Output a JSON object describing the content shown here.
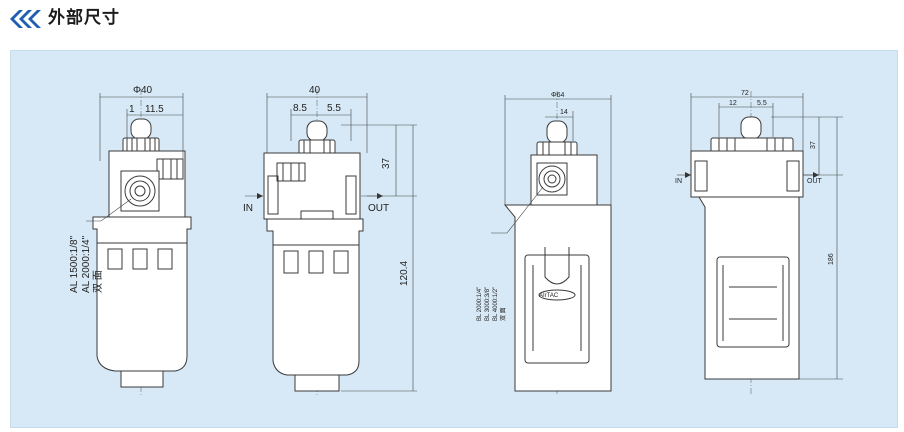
{
  "header": {
    "title": "外部尺寸"
  },
  "colors": {
    "accent": "#1f5fb3",
    "panel_bg": "#d7e9f6",
    "line": "#3a3a3a"
  },
  "drawing1": {
    "dim_diameter": "Φ40",
    "dim_1": "1",
    "dim_11_5": "11.5",
    "port_line1": "AL 1500:1/8\"",
    "port_line2": "AL 2000:1/4\"",
    "port_line3": "双 面"
  },
  "drawing2": {
    "dim_width": "40",
    "dim_8_5": "8.5",
    "dim_5_5": "5.5",
    "dim_37": "37",
    "dim_120_4": "120.4",
    "in_label": "IN",
    "out_label": "OUT"
  },
  "drawing3": {
    "dim_diameter": "Φ64",
    "dim_14": "14",
    "brand": "AIrTAC",
    "port_line1": "BL 2000:1/4\"",
    "port_line2": "BL 3000:3/8\"",
    "port_line3": "BL 4000:1/2\"",
    "port_line4": "双 面"
  },
  "drawing4": {
    "dim_top": "72",
    "dim_12": "12",
    "dim_5_5": "5.5",
    "dim_37": "37",
    "dim_186": "186",
    "in_label": "IN",
    "out_label": "OUT"
  }
}
